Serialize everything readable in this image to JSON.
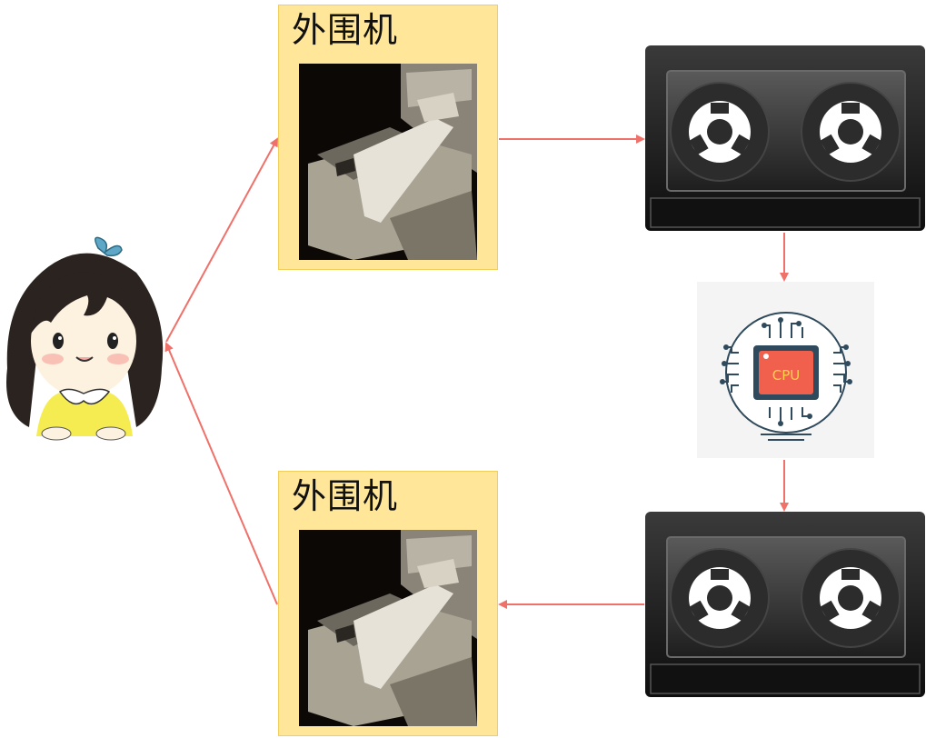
{
  "peripherals": [
    {
      "label": "外围机"
    },
    {
      "label": "外围机"
    }
  ],
  "cpu": {
    "label": "CPU"
  },
  "colors": {
    "arrow": "#f0706a",
    "peripheral_fill": "#ffe699",
    "tape_body": "#1b1b1b"
  },
  "icons": [
    "girl-avatar",
    "punch-card-machine",
    "magnetic-tape",
    "cpu-chip"
  ]
}
